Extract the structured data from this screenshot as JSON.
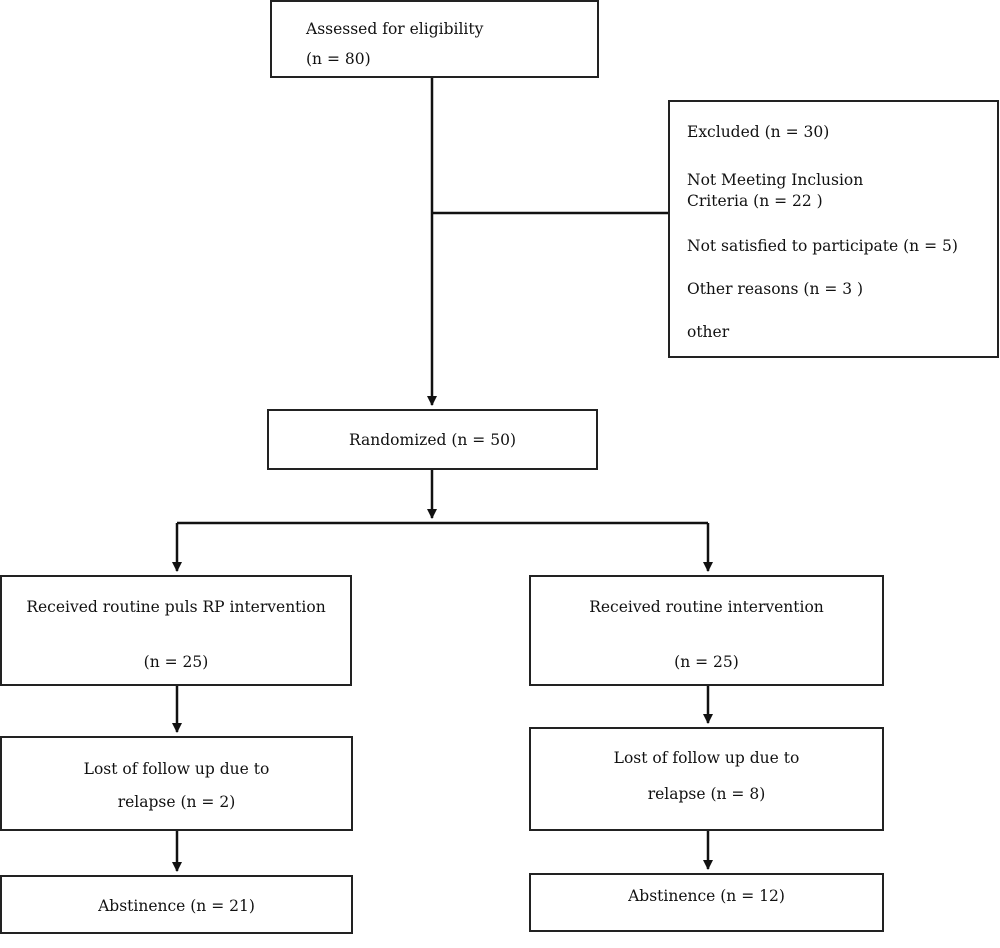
{
  "assessed": {
    "label": "Assessed for eligibility",
    "count": "(n = 80)"
  },
  "excluded": {
    "header": "Excluded (n = 30)",
    "inclusion_line1": "Not Meeting Inclusion",
    "inclusion_line2": "Criteria (n = 22  )",
    "not_satisfied": "Not satisfied to participate (n = 5)",
    "other_reasons": "Other reasons (n = 3  )",
    "other": "other"
  },
  "randomized": {
    "label": "Randomized (n = 50)"
  },
  "left_arm": {
    "label": "Received routine puls RP intervention",
    "count": "(n = 25)",
    "lost_line1": "Lost of follow up due to",
    "lost_line2": "relapse (n = 2)",
    "abstinence": "Abstinence (n = 21)"
  },
  "right_arm": {
    "label": "Received routine intervention",
    "count": "(n = 25)",
    "lost_line1": "Lost of follow up due to",
    "lost_line2": "relapse (n = 8)",
    "abstinence": "Abstinence (n = 12)"
  }
}
